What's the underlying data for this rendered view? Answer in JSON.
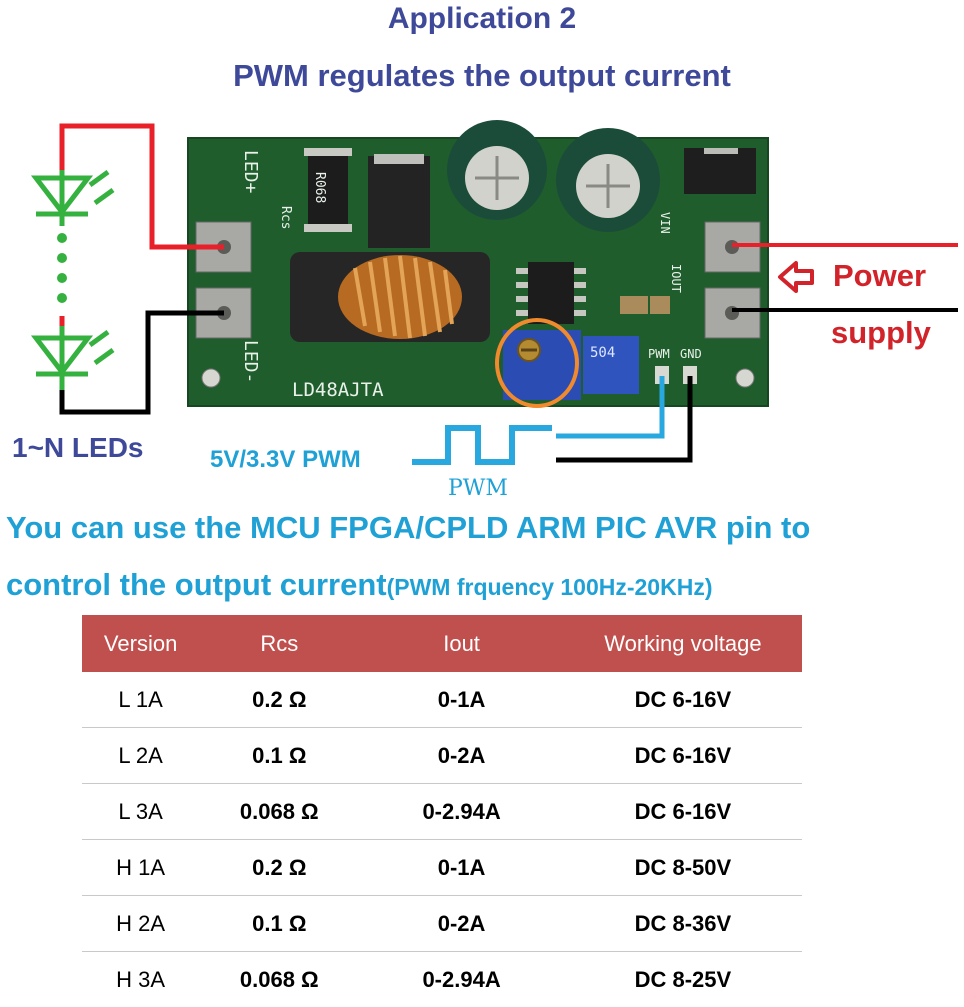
{
  "title": "Application 2",
  "subtitle": "PWM regulates the output current",
  "labels": {
    "leds": "1~N LEDs",
    "power_line1": "Power",
    "power_line2": "supply",
    "pwm_input": "5V/3.3V PWM",
    "pwm_waveform": "PWM"
  },
  "board": {
    "model": "LD48AJTA",
    "led_plus": "LED+",
    "led_minus": "LED-",
    "rcs": "Rcs",
    "resistor": "R068",
    "vin": "VIN",
    "iout_label": "IOUT",
    "pot": "504",
    "pwm_pin": "PWM",
    "gnd_pin": "GND"
  },
  "caption_line1": "You can use the MCU FPGA/CPLD ARM PIC AVR  pin to",
  "caption_line2": "control the output current",
  "caption_note": "(PWM frquency 100Hz-20KHz)",
  "table": {
    "headers": [
      "Version",
      "Rcs",
      "Iout",
      "Working voltage"
    ],
    "rows": [
      [
        "L 1A",
        "0.2 Ω",
        "0-1A",
        "DC 6-16V"
      ],
      [
        "L 2A",
        "0.1 Ω",
        "0-2A",
        "DC 6-16V"
      ],
      [
        "L 3A",
        "0.068 Ω",
        "0-2.94A",
        "DC 6-16V"
      ],
      [
        "H 1A",
        "0.2 Ω",
        "0-1A",
        "DC 8-50V"
      ],
      [
        "H 2A",
        "0.1 Ω",
        "0-2A",
        "DC 8-36V"
      ],
      [
        "H 3A",
        "0.068 Ω",
        "0-2.94A",
        "DC 8-25V"
      ]
    ]
  },
  "colors": {
    "title": "#3e4a99",
    "wire_red": "#e8202a",
    "wire_black": "#000000",
    "wire_blue": "#29a7df",
    "led_green": "#35b13f",
    "pcb_green": "#1f5d2c",
    "table_header": "#c0504d"
  }
}
